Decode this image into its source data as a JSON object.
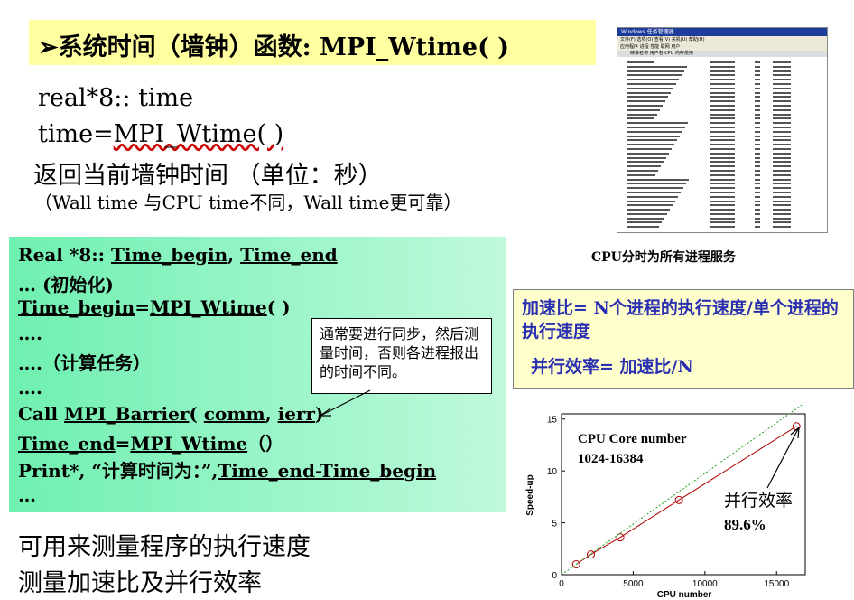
{
  "title": {
    "marker": "➢",
    "text": "系统时间（墙钟）函数:  MPI_Wtime( )"
  },
  "intro": {
    "line1": "real*8:: time",
    "line2_prefix": "time=",
    "line2_func": "MPI_Wtime(  )",
    "line3": "返回当前墙钟时间 （单位：秒）",
    "line4": "（Wall time 与CPU time不同，Wall time更可靠）"
  },
  "code": {
    "l1_a": "Real *8:: ",
    "l1_b": "Time_begin",
    "l1_c": ", ",
    "l1_d": "Time_end",
    "l2": "…    (初始化)",
    "l3_a": "Time_begin",
    "l3_b": "=",
    "l3_c": "MPI_Wtime",
    "l3_d": "( )",
    "l4": "….",
    "l5": "….（计算任务）",
    "l6": "….",
    "l7_a": "Call ",
    "l7_b": "MPI_Barrier",
    "l7_c": "( ",
    "l7_d": "comm",
    "l7_e": ", ",
    "l7_f": "ierr",
    "l7_g": ")",
    "l8_a": "Time_end",
    "l8_b": "=",
    "l8_c": "MPI_Wtime",
    "l8_d": "（）",
    "l9_a": "Print*, “计算时间为：”,",
    "l9_b": "Time_end-Time_begin",
    "l10": "…"
  },
  "callout": {
    "text": "通常要进行同步，然后测量时间，否则各进程报出的时间不同。"
  },
  "bottom": {
    "line1": "可用来测量程序的执行速度",
    "line2": "测量加速比及并行效率"
  },
  "task_manager": {
    "window_title": "Windows 任务管理器",
    "menu": "文件(F)  选项(O)  查看(V)  关机(U)  帮助(H)",
    "tabs": "应用程序  进程  性能  联网  用户",
    "columns": "映像名称                        用户名            CPU   内存使用",
    "caption": "CPU分时为所有进程服务"
  },
  "speedup": {
    "line1": "加速比= N个进程的执行速度/单个进程的执行速度",
    "line2": "并行效率= 加速比/N"
  },
  "colors": {
    "title_bg": "#ffffa0",
    "accent_blue": "#2b30b0",
    "line_red": "#b00000",
    "ideal_green": "#20a020"
  },
  "chart_data": {
    "type": "line",
    "xlabel": "CPU number",
    "ylabel": "Speed-up",
    "xlim": [
      0,
      17000
    ],
    "ylim": [
      0,
      15.5
    ],
    "xticks": [
      0,
      5000,
      10000,
      15000
    ],
    "yticks": [
      0,
      5,
      10,
      15
    ],
    "annotation1": "CPU Core number",
    "annotation2": "1024-16384",
    "annotation3": "并行效率",
    "annotation4": "89.6%",
    "series": [
      {
        "x": [
          1024,
          2048,
          4096,
          8192,
          16384
        ],
        "y": [
          1.0,
          1.95,
          3.6,
          7.2,
          14.3
        ],
        "style": "red-circles"
      },
      {
        "x": [
          0,
          17000
        ],
        "y": [
          0,
          16.6
        ],
        "style": "green-dotted"
      }
    ]
  }
}
